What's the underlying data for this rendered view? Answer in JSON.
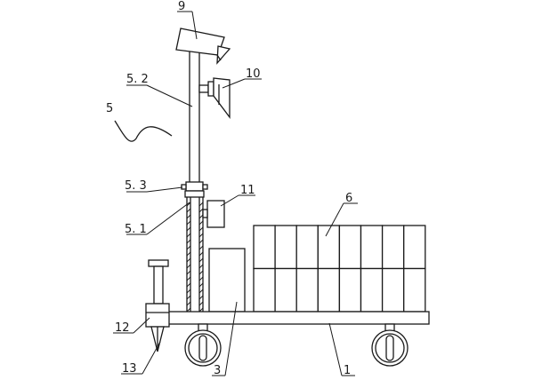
{
  "labels": {
    "l9": "9",
    "l10": "10",
    "l5_2": "5. 2",
    "l5": "5",
    "l5_3": "5. 3",
    "l11": "11",
    "l6": "6",
    "l5_1": "5. 1",
    "l12": "12",
    "l13": "13",
    "l3": "3",
    "l1": "1"
  }
}
